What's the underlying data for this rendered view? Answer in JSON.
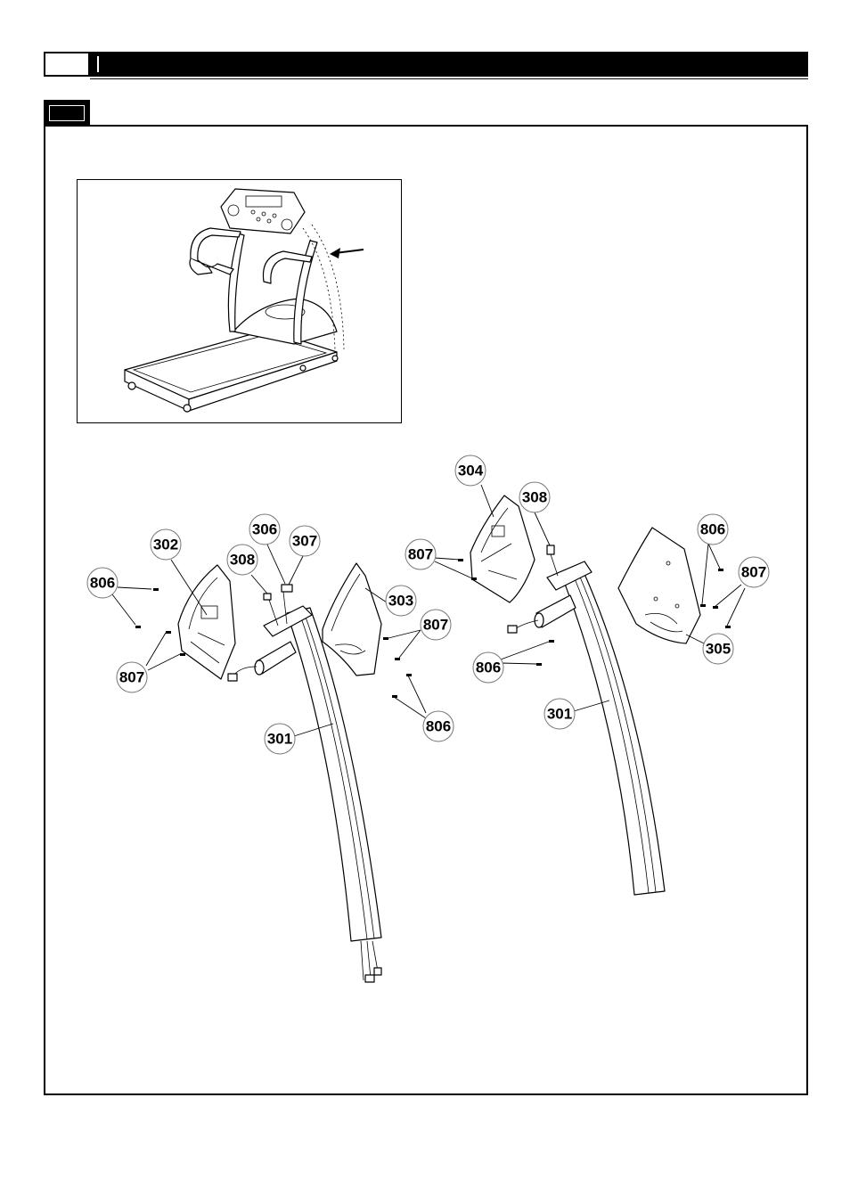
{
  "callouts": [
    {
      "id": "c304",
      "label": "304"
    },
    {
      "id": "c308r",
      "label": "308"
    },
    {
      "id": "c806tr",
      "label": "806"
    },
    {
      "id": "c807r",
      "label": "807"
    },
    {
      "id": "c807rr",
      "label": "807"
    },
    {
      "id": "c305",
      "label": "305"
    },
    {
      "id": "c806r",
      "label": "806"
    },
    {
      "id": "c301r",
      "label": "301"
    },
    {
      "id": "c302",
      "label": "302"
    },
    {
      "id": "c306",
      "label": "306"
    },
    {
      "id": "c307",
      "label": "307"
    },
    {
      "id": "c308l",
      "label": "308"
    },
    {
      "id": "c806l",
      "label": "806"
    },
    {
      "id": "c807l",
      "label": "807"
    },
    {
      "id": "c303",
      "label": "303"
    },
    {
      "id": "c807m",
      "label": "807"
    },
    {
      "id": "c806m",
      "label": "806"
    },
    {
      "id": "c301l",
      "label": "301"
    }
  ]
}
